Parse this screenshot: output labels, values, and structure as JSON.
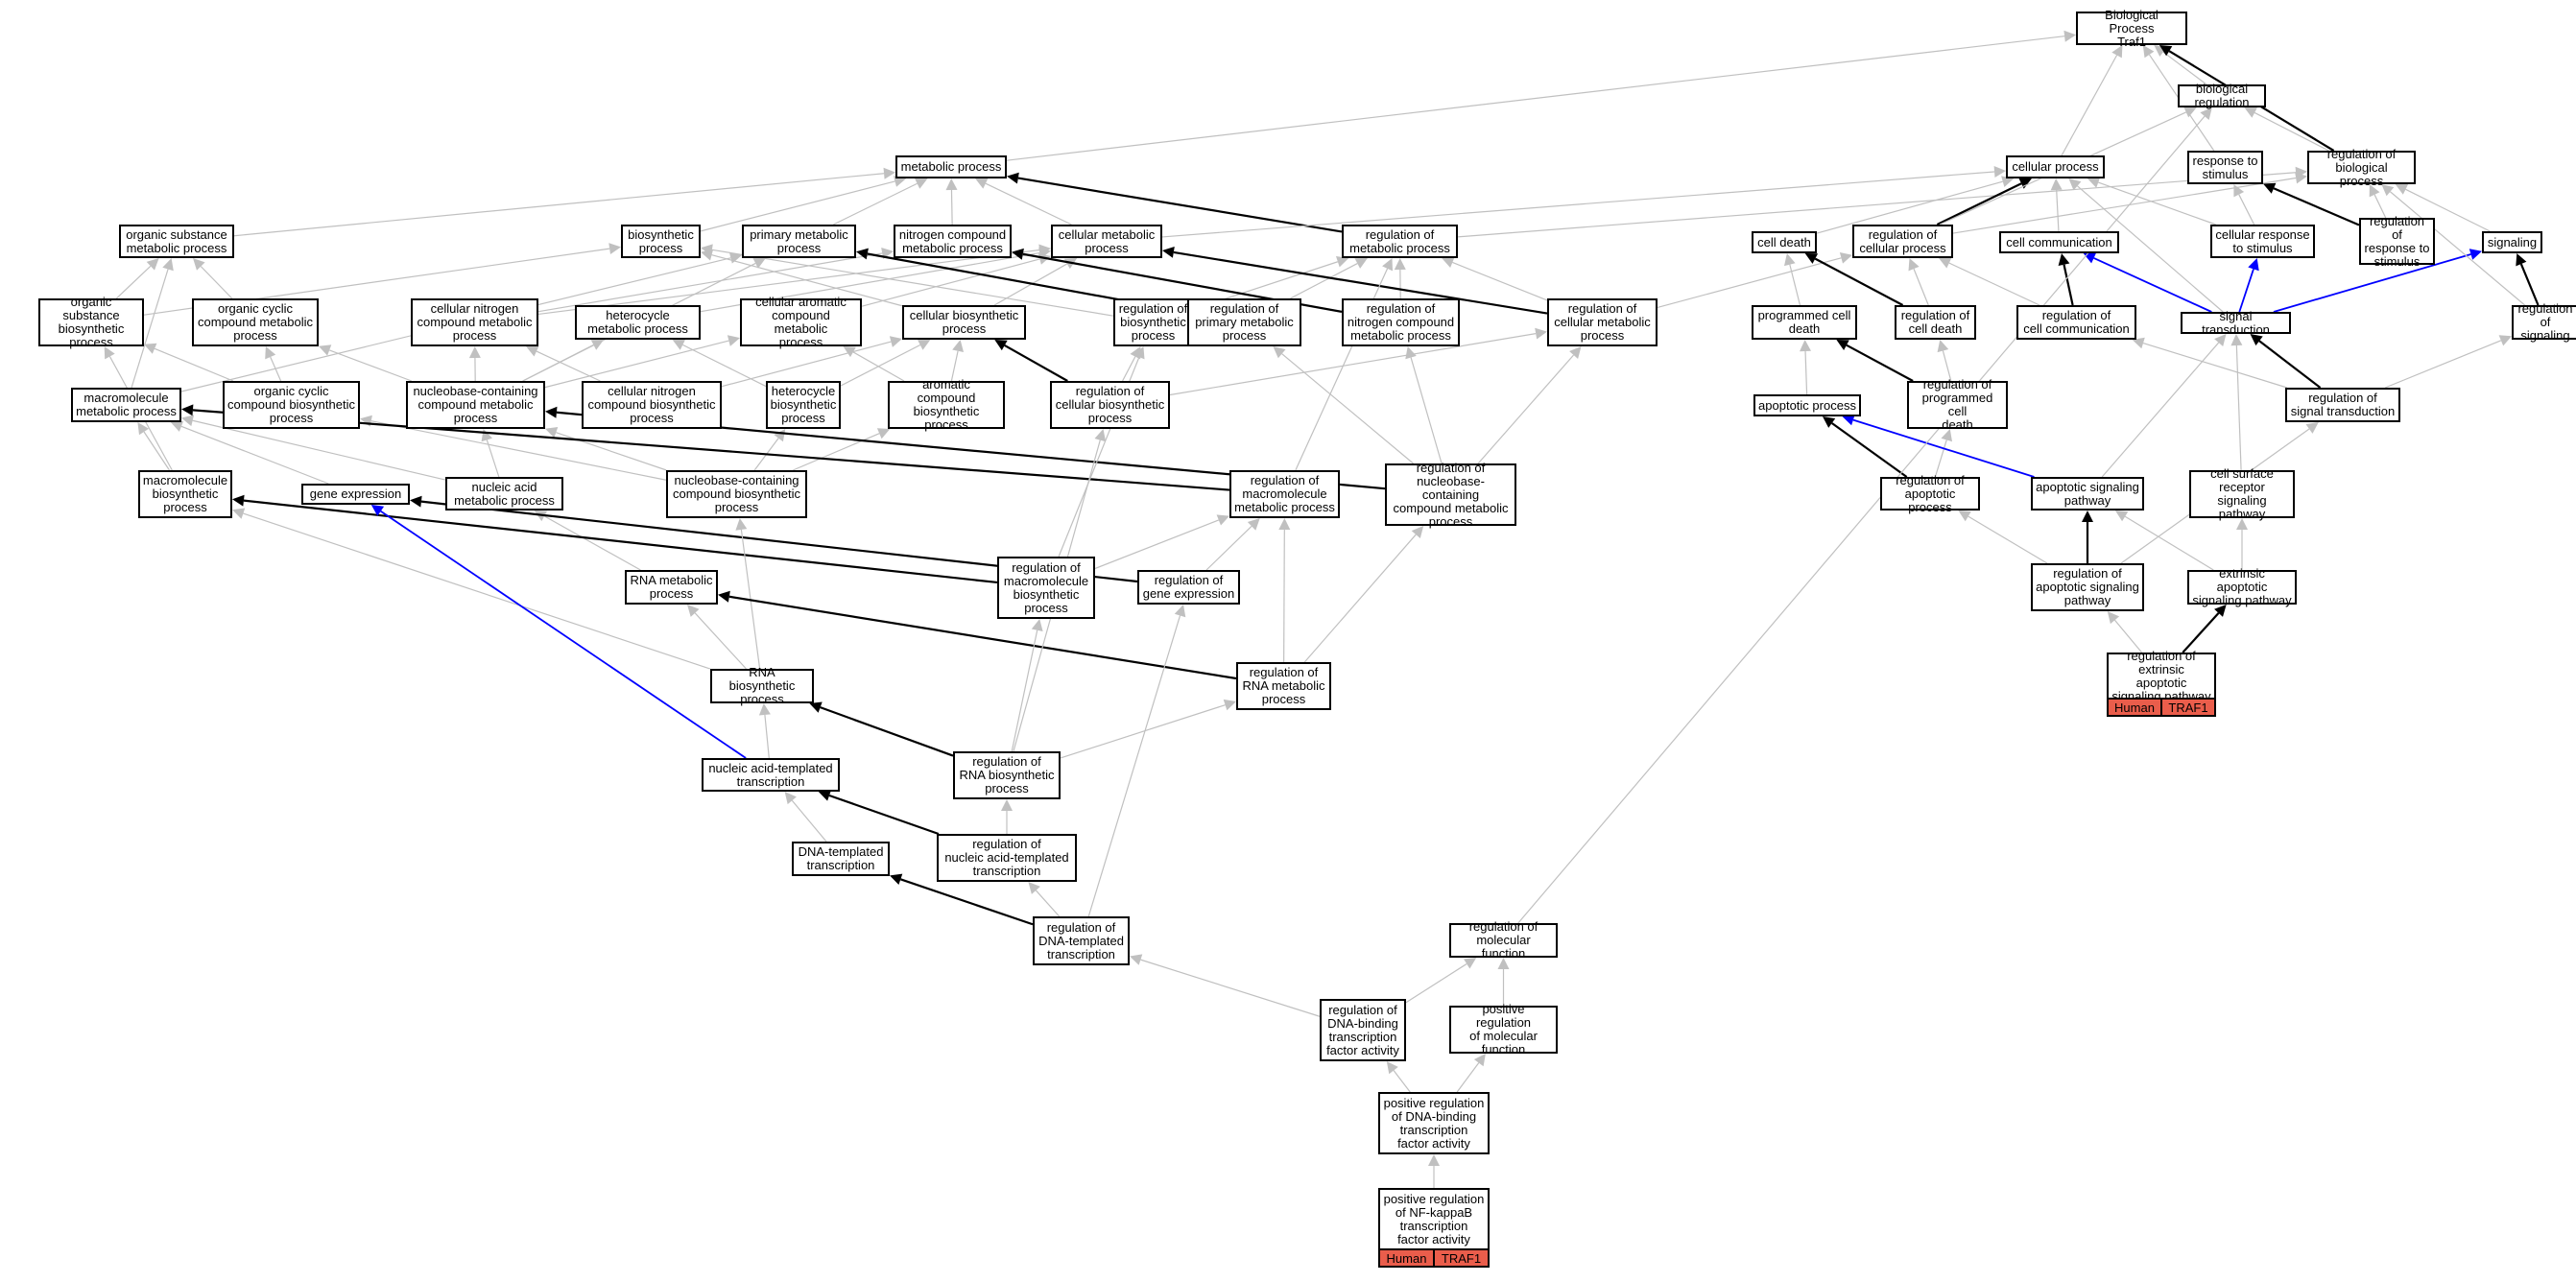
{
  "colors": {
    "part_of": "#c0c0c0",
    "is_a": "#000000",
    "regulates": "#0000ff",
    "annotated_tag": "#ea5d4b"
  },
  "nodes": [
    {
      "id": "bp",
      "label": "Biological Process\nTraf1"
    },
    {
      "id": "breg",
      "label": "biological regulation"
    },
    {
      "id": "cp",
      "label": "cellular process"
    },
    {
      "id": "rts",
      "label": "response to\nstimulus"
    },
    {
      "id": "rbp",
      "label": "regulation of\nbiological process"
    },
    {
      "id": "mp",
      "label": "metabolic process"
    },
    {
      "id": "osmp",
      "label": "organic substance\nmetabolic process"
    },
    {
      "id": "bsp",
      "label": "biosynthetic\nprocess"
    },
    {
      "id": "pmp",
      "label": "primary metabolic\nprocess"
    },
    {
      "id": "ncmp",
      "label": "nitrogen compound\nmetabolic process"
    },
    {
      "id": "cmp",
      "label": "cellular metabolic\nprocess"
    },
    {
      "id": "rmp",
      "label": "regulation of\nmetabolic process"
    },
    {
      "id": "cd",
      "label": "cell death"
    },
    {
      "id": "rcp",
      "label": "regulation of\ncellular process"
    },
    {
      "id": "cc",
      "label": "cell communication"
    },
    {
      "id": "crs",
      "label": "cellular response\nto stimulus"
    },
    {
      "id": "rrs",
      "label": "regulation of\nresponse to\nstimulus"
    },
    {
      "id": "sig",
      "label": "signaling"
    },
    {
      "id": "osbp",
      "label": "organic substance\nbiosynthetic\nprocess"
    },
    {
      "id": "occmp",
      "label": "organic cyclic\ncompound metabolic\nprocess"
    },
    {
      "id": "cncmp",
      "label": "cellular nitrogen\ncompound metabolic\nprocess"
    },
    {
      "id": "hmp",
      "label": "heterocycle\nmetabolic process"
    },
    {
      "id": "cacmp",
      "label": "cellular aromatic\ncompound metabolic\nprocess"
    },
    {
      "id": "cbp",
      "label": "cellular biosynthetic\nprocess"
    },
    {
      "id": "rbsp",
      "label": "regulation of\nbiosynthetic\nprocess"
    },
    {
      "id": "rpmp",
      "label": "regulation of\nprimary metabolic\nprocess"
    },
    {
      "id": "rncmp",
      "label": "regulation of\nnitrogen compound\nmetabolic process"
    },
    {
      "id": "rcmp",
      "label": "regulation of\ncellular metabolic\nprocess"
    },
    {
      "id": "pcd",
      "label": "programmed cell\ndeath"
    },
    {
      "id": "rcd",
      "label": "regulation of\ncell death"
    },
    {
      "id": "rcc",
      "label": "regulation of\ncell communication"
    },
    {
      "id": "st",
      "label": "signal transduction"
    },
    {
      "id": "rsig",
      "label": "regulation of\nsignaling"
    },
    {
      "id": "mmp",
      "label": "macromolecule\nmetabolic process"
    },
    {
      "id": "occbp",
      "label": "organic cyclic\ncompound biosynthetic\nprocess"
    },
    {
      "id": "nbccmp",
      "label": "nucleobase-containing\ncompound metabolic\nprocess"
    },
    {
      "id": "cncbp",
      "label": "cellular nitrogen\ncompound biosynthetic\nprocess"
    },
    {
      "id": "hbp",
      "label": "heterocycle\nbiosynthetic\nprocess"
    },
    {
      "id": "acbp",
      "label": "aromatic compound\nbiosynthetic\nprocess"
    },
    {
      "id": "rcbp",
      "label": "regulation of\ncellular biosynthetic\nprocess"
    },
    {
      "id": "ap",
      "label": "apoptotic process"
    },
    {
      "id": "rpcd",
      "label": "regulation of\nprogrammed cell\ndeath"
    },
    {
      "id": "rst",
      "label": "regulation of\nsignal transduction"
    },
    {
      "id": "mbp",
      "label": "macromolecule\nbiosynthetic\nprocess"
    },
    {
      "id": "ge",
      "label": "gene expression"
    },
    {
      "id": "namp",
      "label": "nucleic acid\nmetabolic process"
    },
    {
      "id": "nbcbp",
      "label": "nucleobase-containing\ncompound biosynthetic\nprocess"
    },
    {
      "id": "rmmp",
      "label": "regulation of\nmacromolecule\nmetabolic process"
    },
    {
      "id": "rnbccmp",
      "label": "regulation of\nnucleobase-containing\ncompound metabolic\nprocess"
    },
    {
      "id": "rap",
      "label": "regulation of\napoptotic process"
    },
    {
      "id": "asp",
      "label": "apoptotic signaling\npathway"
    },
    {
      "id": "csrsp",
      "label": "cell surface\nreceptor signaling\npathway"
    },
    {
      "id": "rnamp",
      "label": "RNA metabolic\nprocess"
    },
    {
      "id": "rmbp",
      "label": "regulation of\nmacromolecule\nbiosynthetic\nprocess"
    },
    {
      "id": "rge",
      "label": "regulation of\ngene expression"
    },
    {
      "id": "rasp",
      "label": "regulation of\napoptotic signaling\npathway"
    },
    {
      "id": "easp",
      "label": "extrinsic apoptotic\nsignaling pathway"
    },
    {
      "id": "rnabp",
      "label": "RNA biosynthetic\nprocess"
    },
    {
      "id": "rrnamp",
      "label": "regulation of\nRNA metabolic\nprocess"
    },
    {
      "id": "reasp",
      "label": "regulation of\nextrinsic apoptotic\nsignaling pathway"
    },
    {
      "id": "natt",
      "label": "nucleic acid-templated\ntranscription"
    },
    {
      "id": "rrnabp",
      "label": "regulation of\nRNA biosynthetic\nprocess"
    },
    {
      "id": "dtt",
      "label": "DNA-templated\ntranscription"
    },
    {
      "id": "rnatt",
      "label": "regulation of\nnucleic acid-templated\ntranscription"
    },
    {
      "id": "rdtt",
      "label": "regulation of\nDNA-templated\ntranscription"
    },
    {
      "id": "rmf",
      "label": "regulation of\nmolecular function"
    },
    {
      "id": "rdbtfa",
      "label": "regulation of\nDNA-binding\ntranscription\nfactor activity"
    },
    {
      "id": "prmf",
      "label": "positive regulation\nof molecular\nfunction"
    },
    {
      "id": "prdbtfa",
      "label": "positive regulation\nof DNA-binding\ntranscription\nfactor activity"
    },
    {
      "id": "prnfkb",
      "label": "positive regulation\nof NF-kappaB\ntranscription\nfactor activity"
    }
  ],
  "tags": [
    {
      "node": "reasp",
      "species": "Human",
      "gene": "TRAF1"
    },
    {
      "node": "prnfkb",
      "species": "Human",
      "gene": "TRAF1"
    }
  ],
  "edges": [
    [
      "breg",
      "bp",
      "g"
    ],
    [
      "cp",
      "bp",
      "g"
    ],
    [
      "rts",
      "bp",
      "g"
    ],
    [
      "rbp",
      "bp",
      "k"
    ],
    [
      "rbp",
      "breg",
      "g"
    ],
    [
      "mp",
      "bp",
      "g"
    ],
    [
      "osmp",
      "mp",
      "g"
    ],
    [
      "bsp",
      "mp",
      "g"
    ],
    [
      "pmp",
      "mp",
      "g"
    ],
    [
      "ncmp",
      "mp",
      "g"
    ],
    [
      "cmp",
      "mp",
      "g"
    ],
    [
      "rmp",
      "mp",
      "k"
    ],
    [
      "rmp",
      "rbp",
      "g"
    ],
    [
      "cmp",
      "cp",
      "g"
    ],
    [
      "cd",
      "cp",
      "g"
    ],
    [
      "rcp",
      "cp",
      "k"
    ],
    [
      "rcp",
      "rbp",
      "g"
    ],
    [
      "cc",
      "cp",
      "g"
    ],
    [
      "crs",
      "cp",
      "g"
    ],
    [
      "crs",
      "rts",
      "g"
    ],
    [
      "rrs",
      "rts",
      "k"
    ],
    [
      "rrs",
      "rbp",
      "g"
    ],
    [
      "sig",
      "rbp",
      "g"
    ],
    [
      "rcp",
      "breg",
      "g"
    ],
    [
      "osbp",
      "osmp",
      "g"
    ],
    [
      "osbp",
      "bsp",
      "g"
    ],
    [
      "occmp",
      "osmp",
      "g"
    ],
    [
      "cncmp",
      "ncmp",
      "g"
    ],
    [
      "cncmp",
      "cmp",
      "g"
    ],
    [
      "hmp",
      "cmp",
      "g"
    ],
    [
      "cacmp",
      "cmp",
      "g"
    ],
    [
      "cbp",
      "bsp",
      "g"
    ],
    [
      "cbp",
      "cmp",
      "g"
    ],
    [
      "rbsp",
      "bsp",
      "g"
    ],
    [
      "rbsp",
      "rmp",
      "g"
    ],
    [
      "rpmp",
      "pmp",
      "k"
    ],
    [
      "rpmp",
      "rmp",
      "g"
    ],
    [
      "rncmp",
      "ncmp",
      "k"
    ],
    [
      "rncmp",
      "rmp",
      "g"
    ],
    [
      "rcmp",
      "cmp",
      "k"
    ],
    [
      "rcmp",
      "rmp",
      "g"
    ],
    [
      "rcmp",
      "rcp",
      "g"
    ],
    [
      "pcd",
      "cd",
      "g"
    ],
    [
      "rcd",
      "cd",
      "k"
    ],
    [
      "rcd",
      "rcp",
      "g"
    ],
    [
      "rcc",
      "cc",
      "k"
    ],
    [
      "rcc",
      "rcp",
      "g"
    ],
    [
      "st",
      "cc",
      "b"
    ],
    [
      "st",
      "crs",
      "b"
    ],
    [
      "st",
      "sig",
      "b"
    ],
    [
      "st",
      "cp",
      "g"
    ],
    [
      "rsig",
      "sig",
      "k"
    ],
    [
      "rsig",
      "rbp",
      "g"
    ],
    [
      "mmp",
      "osmp",
      "g"
    ],
    [
      "mmp",
      "pmp",
      "g"
    ],
    [
      "occbp",
      "occmp",
      "g"
    ],
    [
      "occbp",
      "osbp",
      "g"
    ],
    [
      "nbccmp",
      "cncmp",
      "g"
    ],
    [
      "nbccmp",
      "hmp",
      "g"
    ],
    [
      "nbccmp",
      "cacmp",
      "g"
    ],
    [
      "nbccmp",
      "occmp",
      "g"
    ],
    [
      "nbccmp",
      "pmp",
      "g"
    ],
    [
      "cncbp",
      "cncmp",
      "g"
    ],
    [
      "cncbp",
      "cbp",
      "g"
    ],
    [
      "hbp",
      "hmp",
      "g"
    ],
    [
      "hbp",
      "cbp",
      "g"
    ],
    [
      "acbp",
      "cacmp",
      "g"
    ],
    [
      "acbp",
      "cbp",
      "g"
    ],
    [
      "rcbp",
      "cbp",
      "k"
    ],
    [
      "rcbp",
      "rbsp",
      "g"
    ],
    [
      "rcbp",
      "rcmp",
      "g"
    ],
    [
      "ap",
      "pcd",
      "g"
    ],
    [
      "rpcd",
      "pcd",
      "k"
    ],
    [
      "rpcd",
      "rcd",
      "g"
    ],
    [
      "rst",
      "st",
      "k"
    ],
    [
      "rst",
      "rsig",
      "g"
    ],
    [
      "rst",
      "rcc",
      "g"
    ],
    [
      "mbp",
      "mmp",
      "g"
    ],
    [
      "mbp",
      "osbp",
      "g"
    ],
    [
      "ge",
      "mmp",
      "g"
    ],
    [
      "namp",
      "nbccmp",
      "g"
    ],
    [
      "namp",
      "mmp",
      "g"
    ],
    [
      "nbcbp",
      "nbccmp",
      "g"
    ],
    [
      "nbcbp",
      "hbp",
      "g"
    ],
    [
      "nbcbp",
      "acbp",
      "g"
    ],
    [
      "nbcbp",
      "occbp",
      "g"
    ],
    [
      "rmmp",
      "mmp",
      "k"
    ],
    [
      "rmmp",
      "rmp",
      "g"
    ],
    [
      "rnbccmp",
      "nbccmp",
      "k"
    ],
    [
      "rnbccmp",
      "rcmp",
      "g"
    ],
    [
      "rnbccmp",
      "rncmp",
      "g"
    ],
    [
      "rnbccmp",
      "rpmp",
      "g"
    ],
    [
      "rap",
      "ap",
      "k"
    ],
    [
      "rap",
      "rpcd",
      "g"
    ],
    [
      "asp",
      "ap",
      "b"
    ],
    [
      "asp",
      "st",
      "g"
    ],
    [
      "csrsp",
      "st",
      "g"
    ],
    [
      "rnamp",
      "namp",
      "g"
    ],
    [
      "rmbp",
      "mbp",
      "k"
    ],
    [
      "rmbp",
      "rmmp",
      "g"
    ],
    [
      "rmbp",
      "rbsp",
      "g"
    ],
    [
      "rge",
      "ge",
      "k"
    ],
    [
      "rge",
      "rmmp",
      "g"
    ],
    [
      "rasp",
      "asp",
      "k"
    ],
    [
      "rasp",
      "rap",
      "g"
    ],
    [
      "rasp",
      "rst",
      "g"
    ],
    [
      "easp",
      "asp",
      "g"
    ],
    [
      "easp",
      "csrsp",
      "g"
    ],
    [
      "rnabp",
      "rnamp",
      "g"
    ],
    [
      "rnabp",
      "nbcbp",
      "g"
    ],
    [
      "rnabp",
      "mbp",
      "g"
    ],
    [
      "rrnamp",
      "rnamp",
      "k"
    ],
    [
      "rrnamp",
      "rmmp",
      "g"
    ],
    [
      "rrnamp",
      "rnbccmp",
      "g"
    ],
    [
      "reasp",
      "easp",
      "k"
    ],
    [
      "reasp",
      "rasp",
      "g"
    ],
    [
      "natt",
      "ge",
      "b"
    ],
    [
      "natt",
      "rnabp",
      "g"
    ],
    [
      "rrnabp",
      "rnabp",
      "k"
    ],
    [
      "rrnabp",
      "rmbp",
      "g"
    ],
    [
      "rrnabp",
      "rrnamp",
      "g"
    ],
    [
      "rrnabp",
      "rcbp",
      "g"
    ],
    [
      "dtt",
      "natt",
      "g"
    ],
    [
      "rnatt",
      "natt",
      "k"
    ],
    [
      "rnatt",
      "rrnabp",
      "g"
    ],
    [
      "rdtt",
      "dtt",
      "k"
    ],
    [
      "rdtt",
      "rnatt",
      "g"
    ],
    [
      "rdtt",
      "rge",
      "g"
    ],
    [
      "rmf",
      "breg",
      "g"
    ],
    [
      "rdbtfa",
      "rdtt",
      "g"
    ],
    [
      "rdbtfa",
      "rmf",
      "g"
    ],
    [
      "prmf",
      "rmf",
      "g"
    ],
    [
      "prdbtfa",
      "rdbtfa",
      "g"
    ],
    [
      "prdbtfa",
      "prmf",
      "g"
    ],
    [
      "prnfkb",
      "prdbtfa",
      "g"
    ]
  ]
}
